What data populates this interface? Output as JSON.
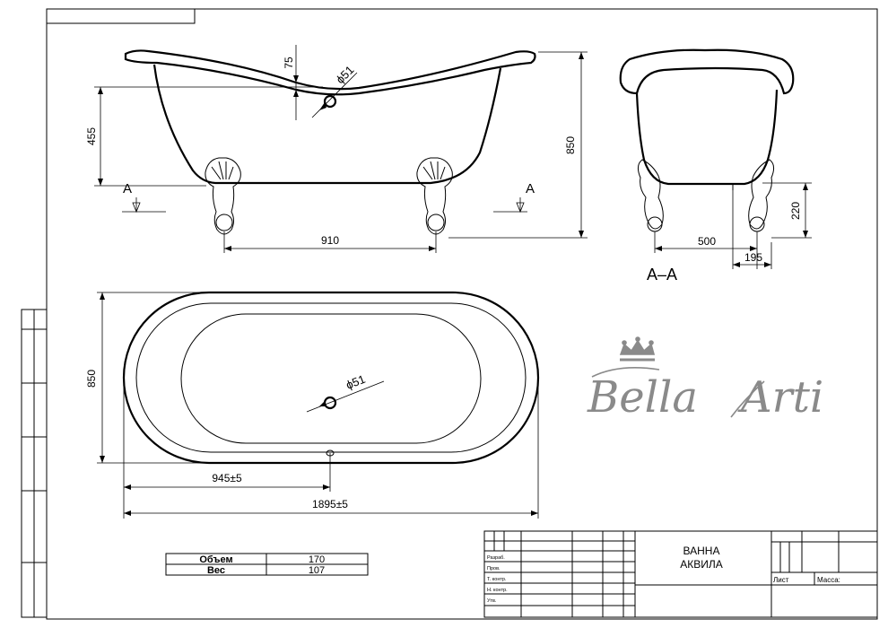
{
  "dimensions": {
    "rim_depth": "75",
    "drain_diameter_side": "ϕ51",
    "drain_height": "455",
    "total_height": "850",
    "leg_spacing": "910",
    "section_marker_left": "A",
    "section_marker_right": "A",
    "section_leg_height": "220",
    "section_width": "500",
    "section_leg_offset": "195",
    "section_label": "A–A",
    "plan_width": "850",
    "drain_diameter_plan": "ϕ51",
    "drain_offset": "945±5",
    "total_length": "1895±5"
  },
  "specs": {
    "rows": [
      {
        "label": "Объем",
        "value": "170"
      },
      {
        "label": "Вес",
        "value": "107"
      }
    ]
  },
  "title_block": {
    "product_line1": "ВАННА",
    "product_line2": "АКВИЛА",
    "row_labels": [
      "Разраб.",
      "Пров.",
      "Т. контр.",
      "Н. контр.",
      "Утв."
    ],
    "sheet_label": "Лист",
    "mass_label": "Масса:"
  },
  "brand": {
    "name_part1": "Bella",
    "name_part2": "Arti",
    "logo_color": "#8a8a8a"
  }
}
